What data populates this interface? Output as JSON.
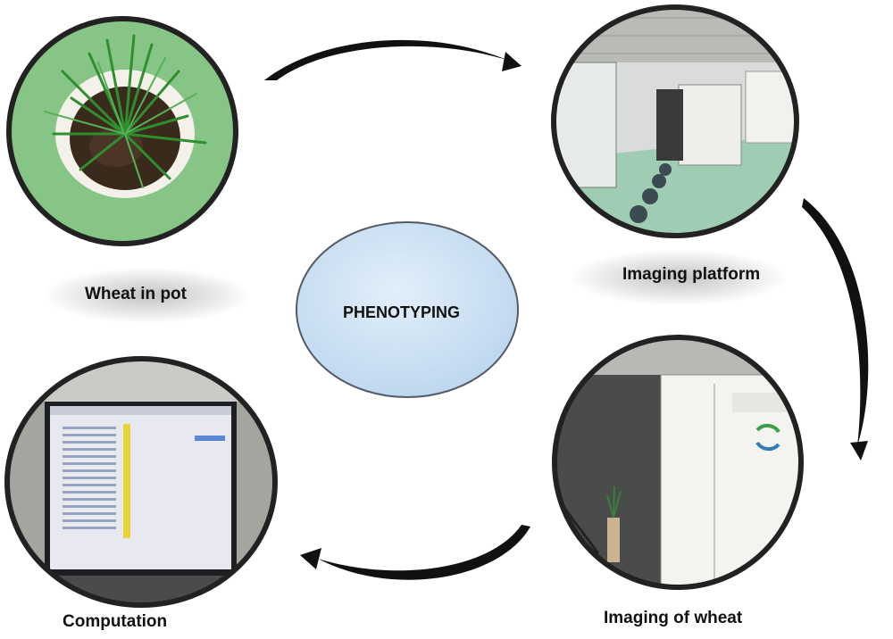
{
  "center": {
    "label": "PHENOTYPING"
  },
  "stages": [
    {
      "label": "Wheat in pot"
    },
    {
      "label": "Imaging platform"
    },
    {
      "label": "Imaging of wheat"
    },
    {
      "label": "Computation"
    }
  ],
  "colors": {
    "center_fill": "#cfe4f6",
    "center_stroke": "#555a66",
    "photo_frame": "#222222",
    "arrow": "#111111",
    "pot_background": "#7fbf7f",
    "plant_green": "#2e8b2e",
    "screen_highlight": "#e6d23a"
  }
}
